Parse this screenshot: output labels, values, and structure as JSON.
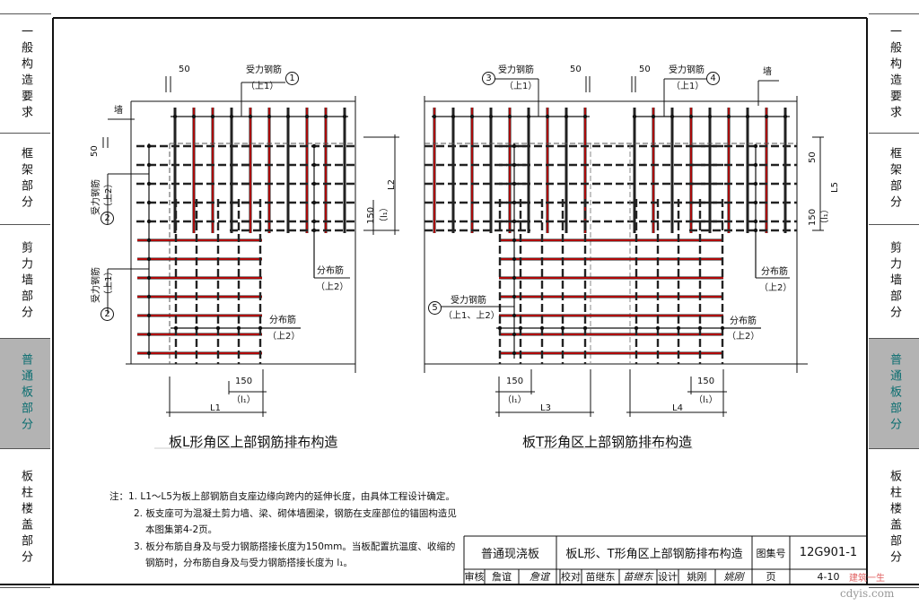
{
  "sidebar_left": [
    {
      "label": "一般构造要求"
    },
    {
      "label": "框架部分"
    },
    {
      "label": "剪力墙部分"
    },
    {
      "label": "普通板部分",
      "active": true
    },
    {
      "label": "板柱楼盖部分"
    }
  ],
  "sidebar_right": [
    {
      "label": "一般构造要求"
    },
    {
      "label": "框架部分"
    },
    {
      "label": "剪力墙部分"
    },
    {
      "label": "普通板部分",
      "active": true
    },
    {
      "label": "板柱楼盖部分"
    }
  ],
  "colors": {
    "main_bar": "#e00000",
    "bar": "#222222",
    "active_tab": "#b3b3b3"
  },
  "left_drawing": {
    "title": "板L形角区上部钢筋排布构造",
    "dim_50_top": "50",
    "dim_50_side": "50",
    "wall": "墙",
    "bar1": {
      "num": "1",
      "name": "受力钢筋",
      "layer": "（上1）"
    },
    "bar2a": {
      "num": "2",
      "name": "受力钢筋",
      "layer": "（上2）"
    },
    "bar2b": {
      "num": "2",
      "name": "受力钢筋",
      "layer": "（上1）"
    },
    "dist_right": {
      "name": "分布筋",
      "layer": "（上2）"
    },
    "dist_bottom": {
      "name": "分布筋",
      "layer": "（上2）"
    },
    "dim_150": "150",
    "dim_l1": "（l₁）",
    "dim_L1": "L1",
    "dim_L2": "L2",
    "dim_150_side": "150",
    "dim_l1_side": "（l₁）"
  },
  "right_drawing": {
    "title": "板T形角区上部钢筋排布构造",
    "dim_50_a": "50",
    "dim_50_b": "50",
    "dim_50_side": "50",
    "wall": "墙",
    "bar3": {
      "num": "3",
      "name": "受力钢筋",
      "layer": "（上1）"
    },
    "bar4": {
      "num": "4",
      "name": "受力钢筋",
      "layer": "（上1）"
    },
    "bar5": {
      "num": "5",
      "name": "受力钢筋",
      "layer": "（上1、上2）"
    },
    "dist_right": {
      "name": "分布筋",
      "layer": "（上2）"
    },
    "dist_bottom": {
      "name": "分布筋",
      "layer": "（上2）"
    },
    "dim_150_a": "150",
    "dim_l1_a": "（l₁）",
    "dim_150_b": "150",
    "dim_l1_b": "（l₁）",
    "dim_L3": "L3",
    "dim_L4": "L4",
    "dim_L5": "L5",
    "dim_150_side": "150",
    "dim_l1_side": "（l₁）"
  },
  "notes": [
    "注：1. L1～L5为板上部钢筋自支座边缘向跨内的延伸长度，由具体工程设计确定。",
    "2. 板支座可为混凝土剪力墙、梁、砌体墙圈梁，钢筋在支座部位的锚固构造见",
    "本图集第4-2页。",
    "3. 板分布筋自身及与受力钢筋搭接长度为150mm。当板配置抗温度、收缩的",
    "钢筋时，分布筋自身及与受力钢筋搭接长度为 l₁。"
  ],
  "title_block": {
    "category": "普通现浇板",
    "drawing_title": "板L形、T形角区上部钢筋排布构造",
    "atlas_label": "图集号",
    "atlas_no": "12G901-1",
    "review_label": "审核",
    "reviewer": "詹谊",
    "reviewer_sig": "詹谊",
    "check_label": "校对",
    "checker": "苗继东",
    "checker_sig": "苗继东",
    "design_label": "设计",
    "designer": "姚刚",
    "designer_sig": "姚刚",
    "page_label": "页",
    "page_no": "4-10"
  },
  "watermark": {
    "cn": "建筑一生",
    "url": "cdyis.com"
  }
}
